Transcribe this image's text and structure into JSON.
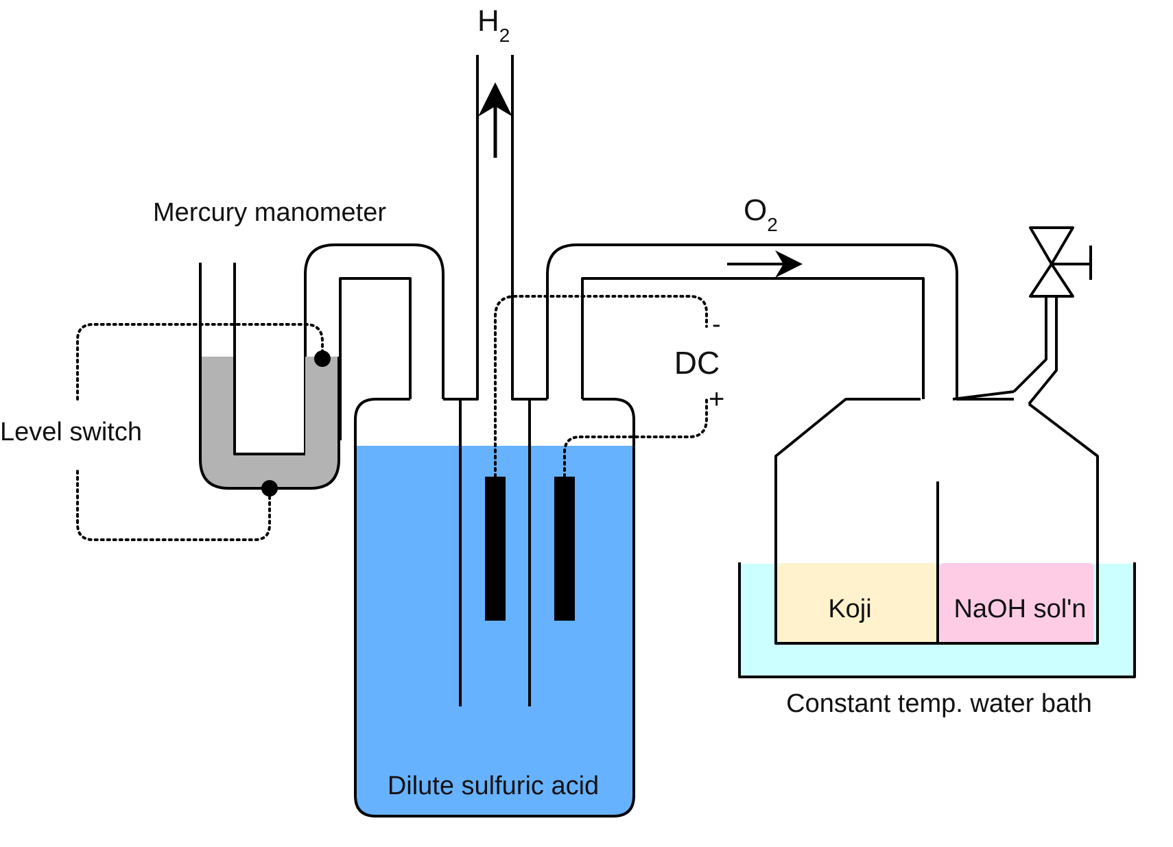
{
  "labels": {
    "h2_main": "H",
    "h2_sub": "2",
    "o2_main": "O",
    "o2_sub": "2",
    "mercury_manometer": "Mercury manometer",
    "level_switch": "Level switch",
    "dc": "DC",
    "minus": "-",
    "plus": "+",
    "dilute_sulfuric_acid": "Dilute sulfuric acid",
    "koji": "Koji",
    "naoh": "NaOH sol'n",
    "water_bath": "Constant temp. water bath"
  },
  "colors": {
    "acid": "#66b2ff",
    "mercury": "#b3b3b3",
    "bath_water": "#ccffff",
    "koji": "#fff2cc",
    "naoh": "#ffcce6",
    "outline": "#000000"
  },
  "icons": {
    "valve": "valve-icon",
    "flow_arrow": "arrow-icon"
  }
}
